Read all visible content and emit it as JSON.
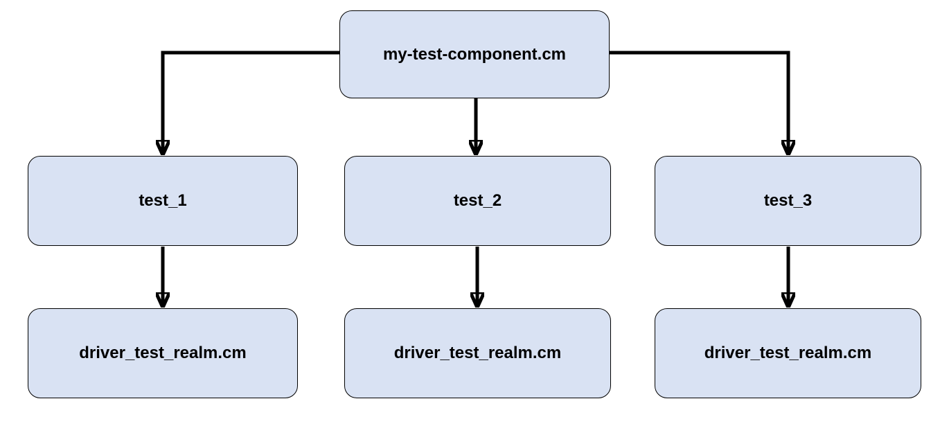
{
  "diagram": {
    "colors": {
      "node_fill": "#d9e2f3",
      "node_border": "#000000",
      "arrow": "#000000"
    },
    "root": {
      "label": "my-test-component.cm"
    },
    "children": [
      {
        "label": "test_1",
        "child": {
          "label": "driver_test_realm.cm"
        }
      },
      {
        "label": "test_2",
        "child": {
          "label": "driver_test_realm.cm"
        }
      },
      {
        "label": "test_3",
        "child": {
          "label": "driver_test_realm.cm"
        }
      }
    ]
  }
}
